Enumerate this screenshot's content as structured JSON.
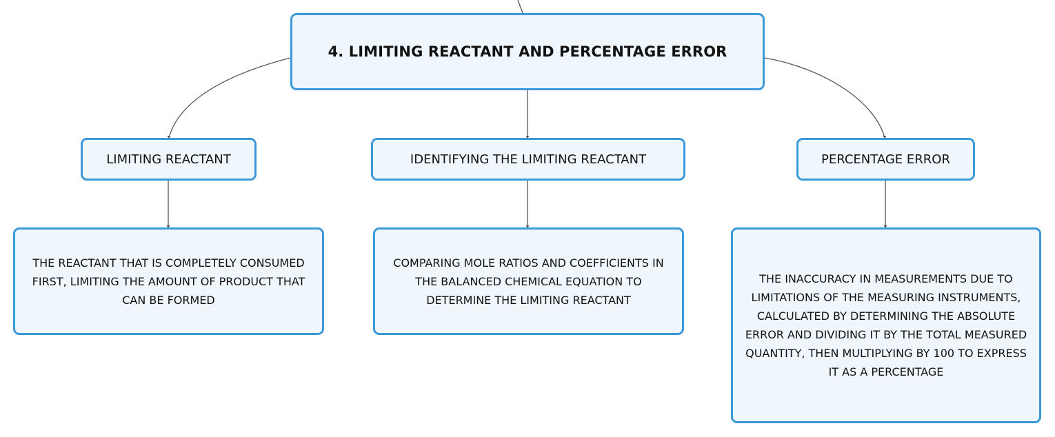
{
  "root": {
    "title": "4. LIMITING REACTANT AND PERCENTAGE ERROR"
  },
  "topics": [
    {
      "label": "LIMITING REACTANT",
      "description": "THE REACTANT THAT IS COMPLETELY CONSUMED FIRST, LIMITING THE AMOUNT OF PRODUCT THAT CAN BE FORMED"
    },
    {
      "label": "IDENTIFYING THE LIMITING REACTANT",
      "description": "COMPARING MOLE RATIOS AND COEFFICIENTS IN THE BALANCED CHEMICAL EQUATION TO DETERMINE THE LIMITING REACTANT"
    },
    {
      "label": "PERCENTAGE ERROR",
      "description": "THE INACCURACY IN MEASUREMENTS DUE TO LIMITATIONS OF THE MEASURING INSTRUMENTS, CALCULATED BY DETERMINING THE ABSOLUTE ERROR AND DIVIDING IT BY THE TOTAL MEASURED QUANTITY, THEN MULTIPLYING BY 100 TO EXPRESS IT AS A PERCENTAGE"
    }
  ],
  "colors": {
    "node_border": "#3a9ad9",
    "node_fill": "#eff7fd",
    "connector": "#555555"
  }
}
